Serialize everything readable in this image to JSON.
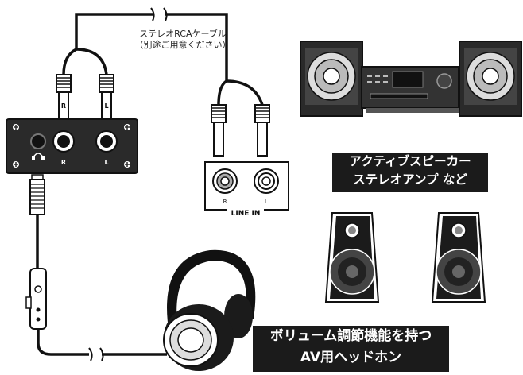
{
  "cable_label": {
    "line1": "ステレオRCAケーブル",
    "line2": "（別途ご用意ください）"
  },
  "jack_box": {
    "r_label": "R",
    "l_label": "L"
  },
  "line_in": {
    "r_label": "R",
    "l_label": "L",
    "title": "LINE IN"
  },
  "speaker_caption": {
    "line1": "アクティブスピーカー",
    "line2": "ステレオアンプ など"
  },
  "headphone_caption": {
    "line1": "ボリューム調節機能を持つ",
    "line2": "AV用ヘッドホン"
  },
  "colors": {
    "ink": "#1b1b1b",
    "panel": "#2a2a2a",
    "cable": "#111111"
  }
}
